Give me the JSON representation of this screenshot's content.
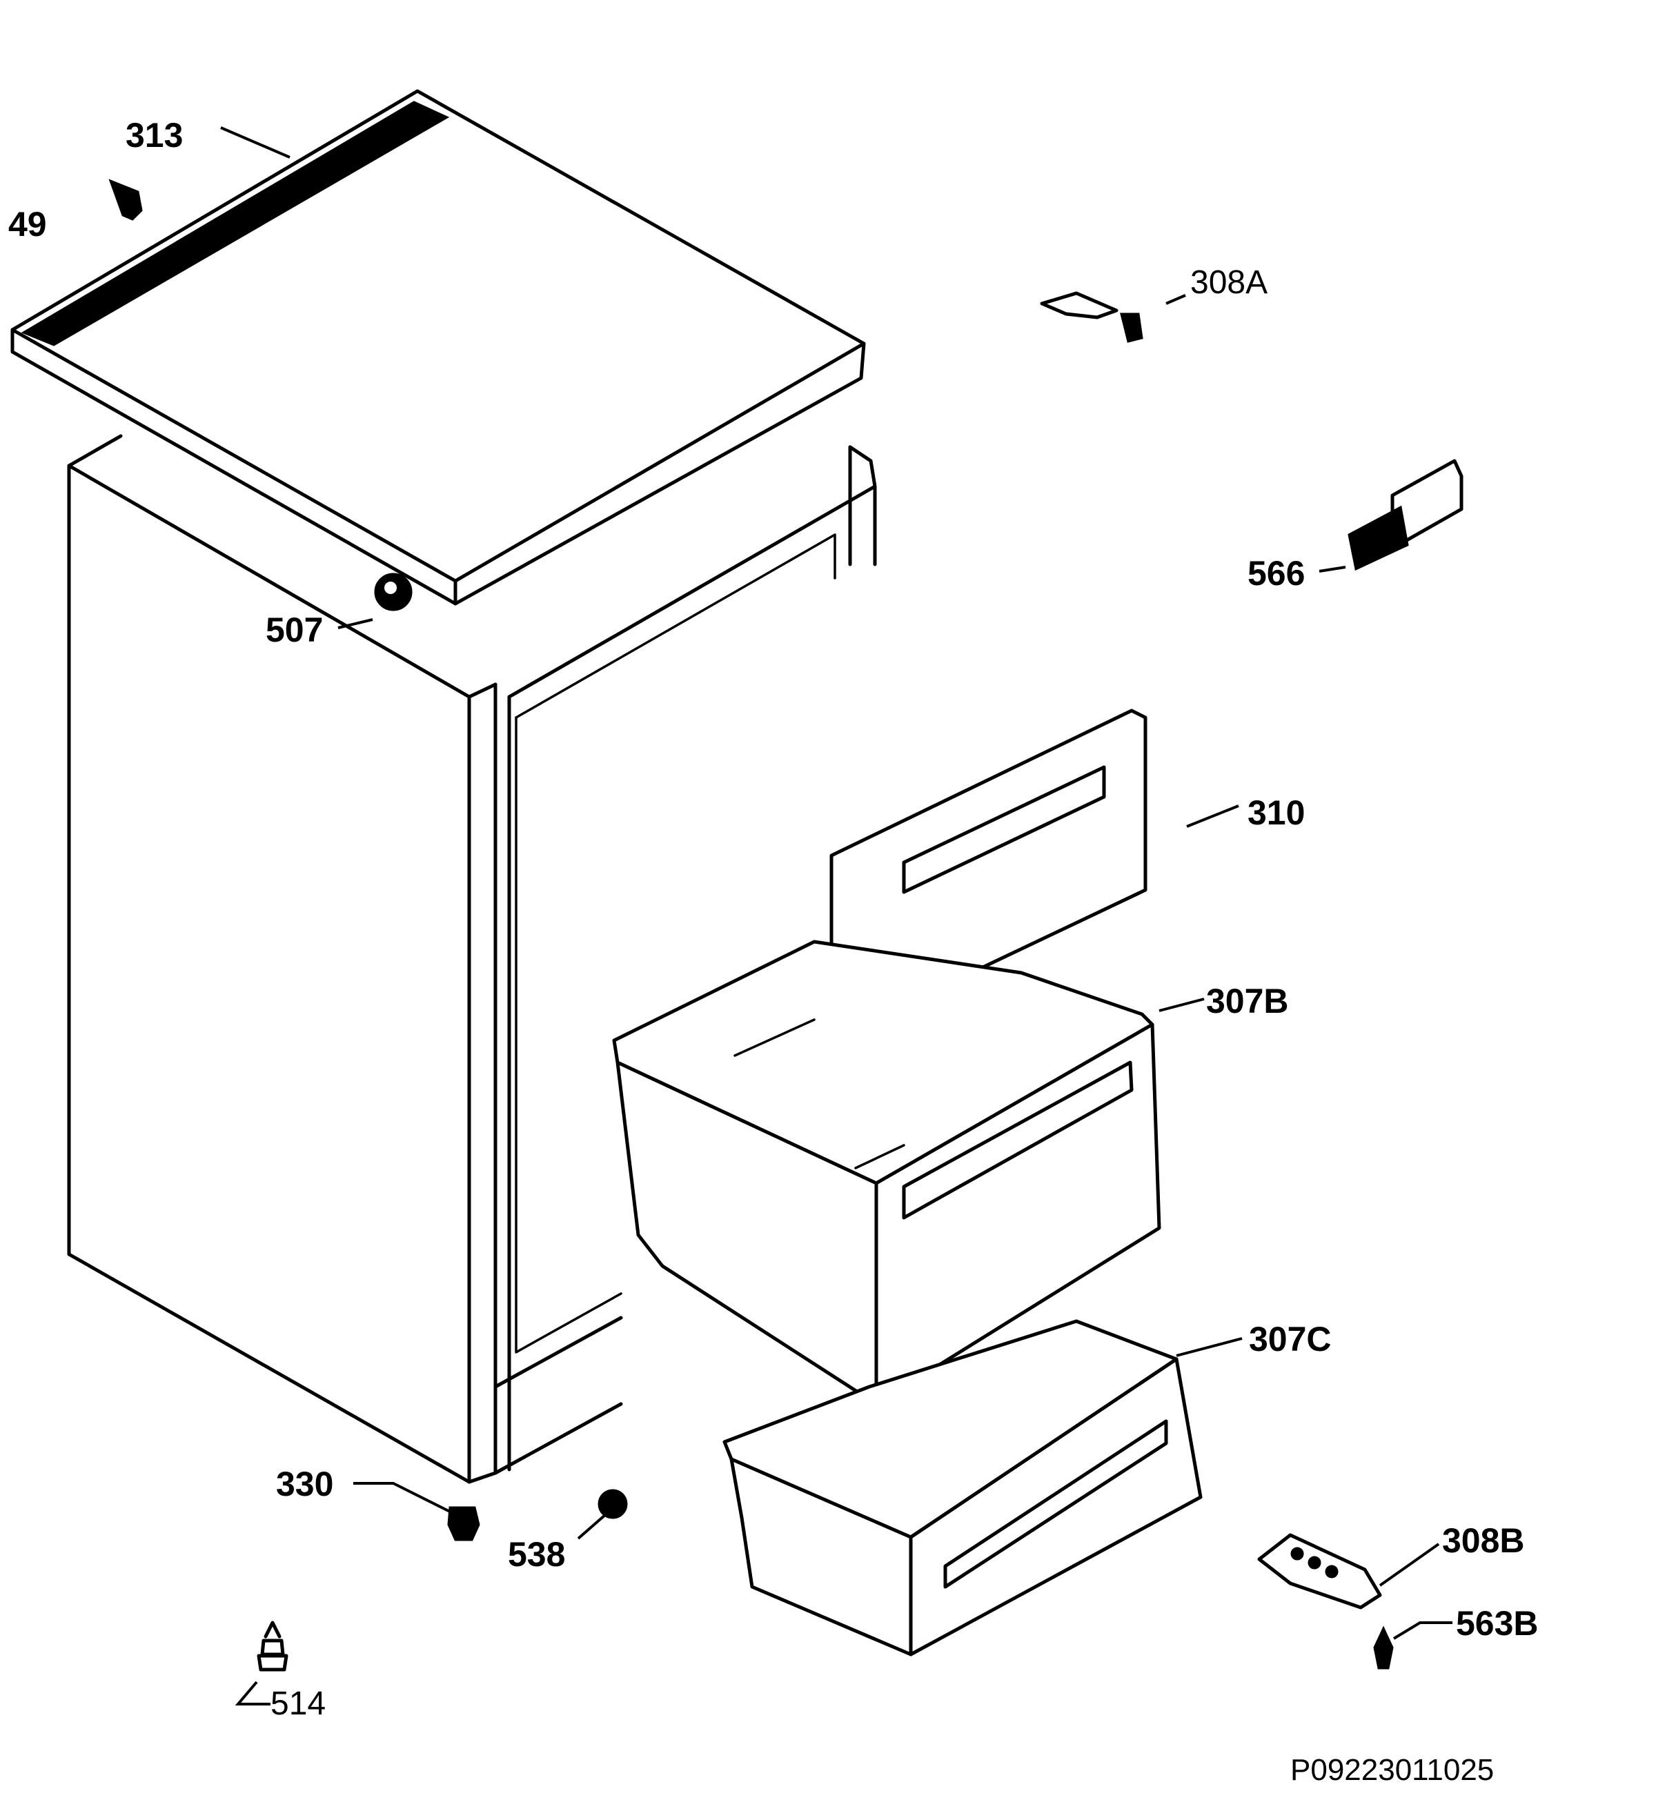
{
  "diagram": {
    "part_labels": {
      "p313": "313",
      "p49": "49",
      "p308A": "308A",
      "p566": "566",
      "p507": "507",
      "p310": "310",
      "p307B": "307B",
      "p307C": "307C",
      "p330": "330",
      "p538": "538",
      "p308B": "308B",
      "p563B": "563B",
      "p514": "514"
    },
    "reference_code": "P09223011025"
  }
}
